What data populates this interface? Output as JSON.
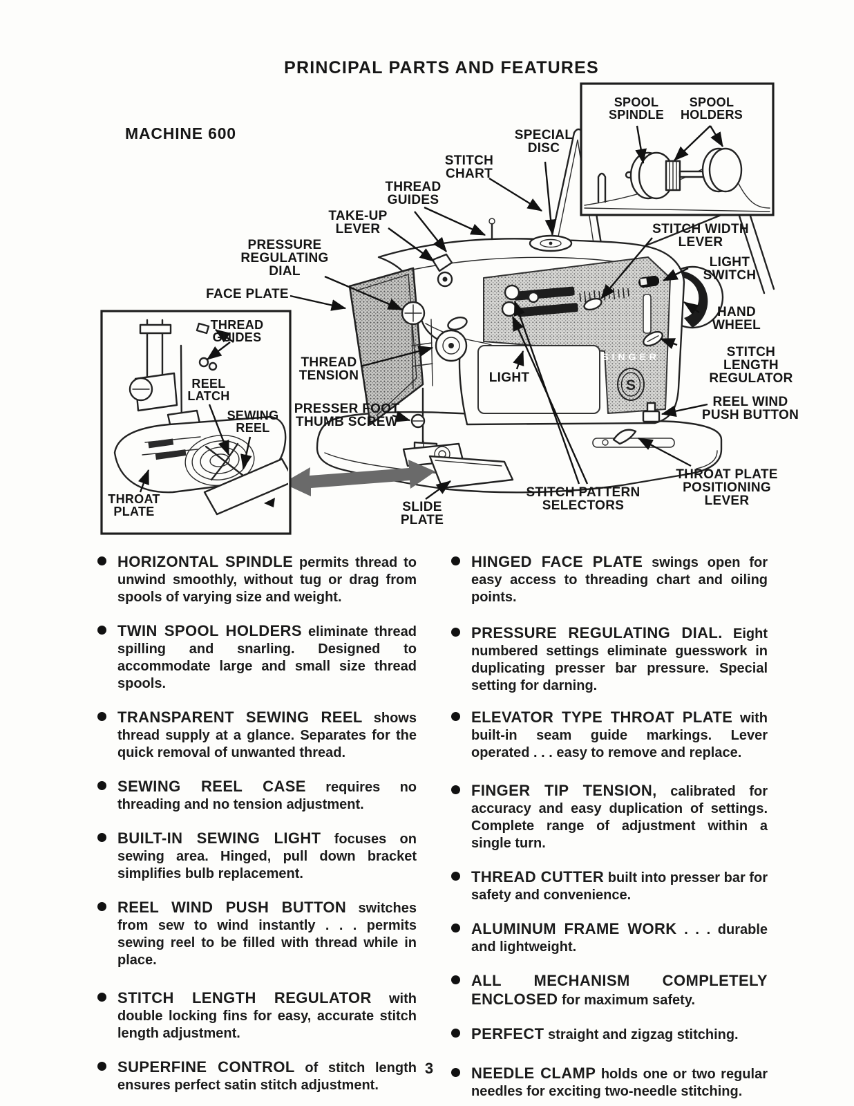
{
  "page": {
    "title": "PRINCIPAL PARTS AND FEATURES",
    "page_number": "3"
  },
  "diagram": {
    "machine_label": "MACHINE 600",
    "brand": "SINGER",
    "brand_initial": "S",
    "callouts": {
      "special_disc": "SPECIAL\nDISC",
      "stitch_chart": "STITCH\nCHART",
      "thread_guides_top": "THREAD\nGUIDES",
      "take_up_lever": "TAKE-UP\nLEVER",
      "pressure_regulating_dial": "PRESSURE\nREGULATING\nDIAL",
      "face_plate": "FACE PLATE",
      "thread_tension": "THREAD\nTENSION",
      "light": "LIGHT",
      "presser_foot_thumb_screw": "PRESSER FOOT\nTHUMB SCREW",
      "slide_plate": "SLIDE\nPLATE",
      "stitch_pattern_selectors": "STITCH PATTERN\nSELECTORS",
      "throat_plate_positioning_lever": "THROAT PLATE\nPOSITIONING LEVER",
      "reel_wind_push_button": "REEL WIND\nPUSH BUTTON",
      "stitch_width_lever": "STITCH WIDTH\nLEVER",
      "light_switch": "LIGHT\nSWITCH",
      "hand_wheel": "HAND\nWHEEL",
      "stitch_length_regulator": "STITCH LENGTH\nREGULATOR"
    },
    "inset_head": {
      "thread_guides": "THREAD\nGUIDES",
      "reel_latch": "REEL\nLATCH",
      "sewing_reel": "SEWING\nREEL",
      "throat_plate": "THROAT\nPLATE"
    },
    "inset_spool": {
      "spool_spindle": "SPOOL\nSPINDLE",
      "spool_holders": "SPOOL\nHOLDERS"
    }
  },
  "features": {
    "left_column": [
      {
        "lead": "HORIZONTAL SPINDLE",
        "text": "permits thread to unwind smoothly, without tug or drag from spools of varying size and weight."
      },
      {
        "lead": "TWIN SPOOL HOLDERS",
        "text": "eliminate thread spilling and snarling. Designed to accommodate large and small size thread spools."
      },
      {
        "lead": "TRANSPARENT SEWING REEL",
        "text": "shows thread supply at a glance. Separates for the quick removal of unwanted thread."
      },
      {
        "lead": "SEWING REEL CASE",
        "text": "requires no threading and no tension adjustment."
      },
      {
        "lead": "BUILT-IN SEWING LIGHT",
        "text": "focuses on sewing area. Hinged, pull down bracket simplifies bulb replacement."
      },
      {
        "lead": "REEL WIND PUSH BUTTON",
        "text": "switches from sew to wind instantly . . . permits sewing reel to be filled with thread while in place."
      },
      {
        "lead": "STITCH LENGTH REGULATOR",
        "text": "with double locking fins for easy, accurate stitch length adjustment."
      },
      {
        "lead": "SUPERFINE CONTROL",
        "text": "of stitch length ensures perfect satin stitch adjustment."
      }
    ],
    "right_column": [
      {
        "lead": "HINGED FACE PLATE",
        "text": "swings open for easy access to threading chart and oiling points."
      },
      {
        "lead": "PRESSURE REGULATING DIAL.",
        "text": "Eight numbered settings eliminate guesswork in duplicating presser bar pressure. Special setting for darning."
      },
      {
        "lead": "ELEVATOR TYPE THROAT PLATE",
        "text": "with built-in seam guide markings. Lever operated . . . easy to remove and replace."
      },
      {
        "lead": "FINGER TIP TENSION,",
        "text": "calibrated for accuracy and easy duplication of settings. Complete range of adjustment within a single turn."
      },
      {
        "lead": "THREAD CUTTER",
        "text": "built into presser bar for safety and convenience."
      },
      {
        "lead": "ALUMINUM FRAME WORK",
        "text": ". . . durable and lightweight."
      },
      {
        "lead": "ALL MECHANISM COMPLETELY ENCLOSED",
        "text": "for maximum safety."
      },
      {
        "lead": "PERFECT",
        "text": "straight and zigzag stitching."
      },
      {
        "lead": "NEEDLE CLAMP",
        "text": "holds one or two regular needles for exciting two-needle stitching."
      }
    ]
  }
}
